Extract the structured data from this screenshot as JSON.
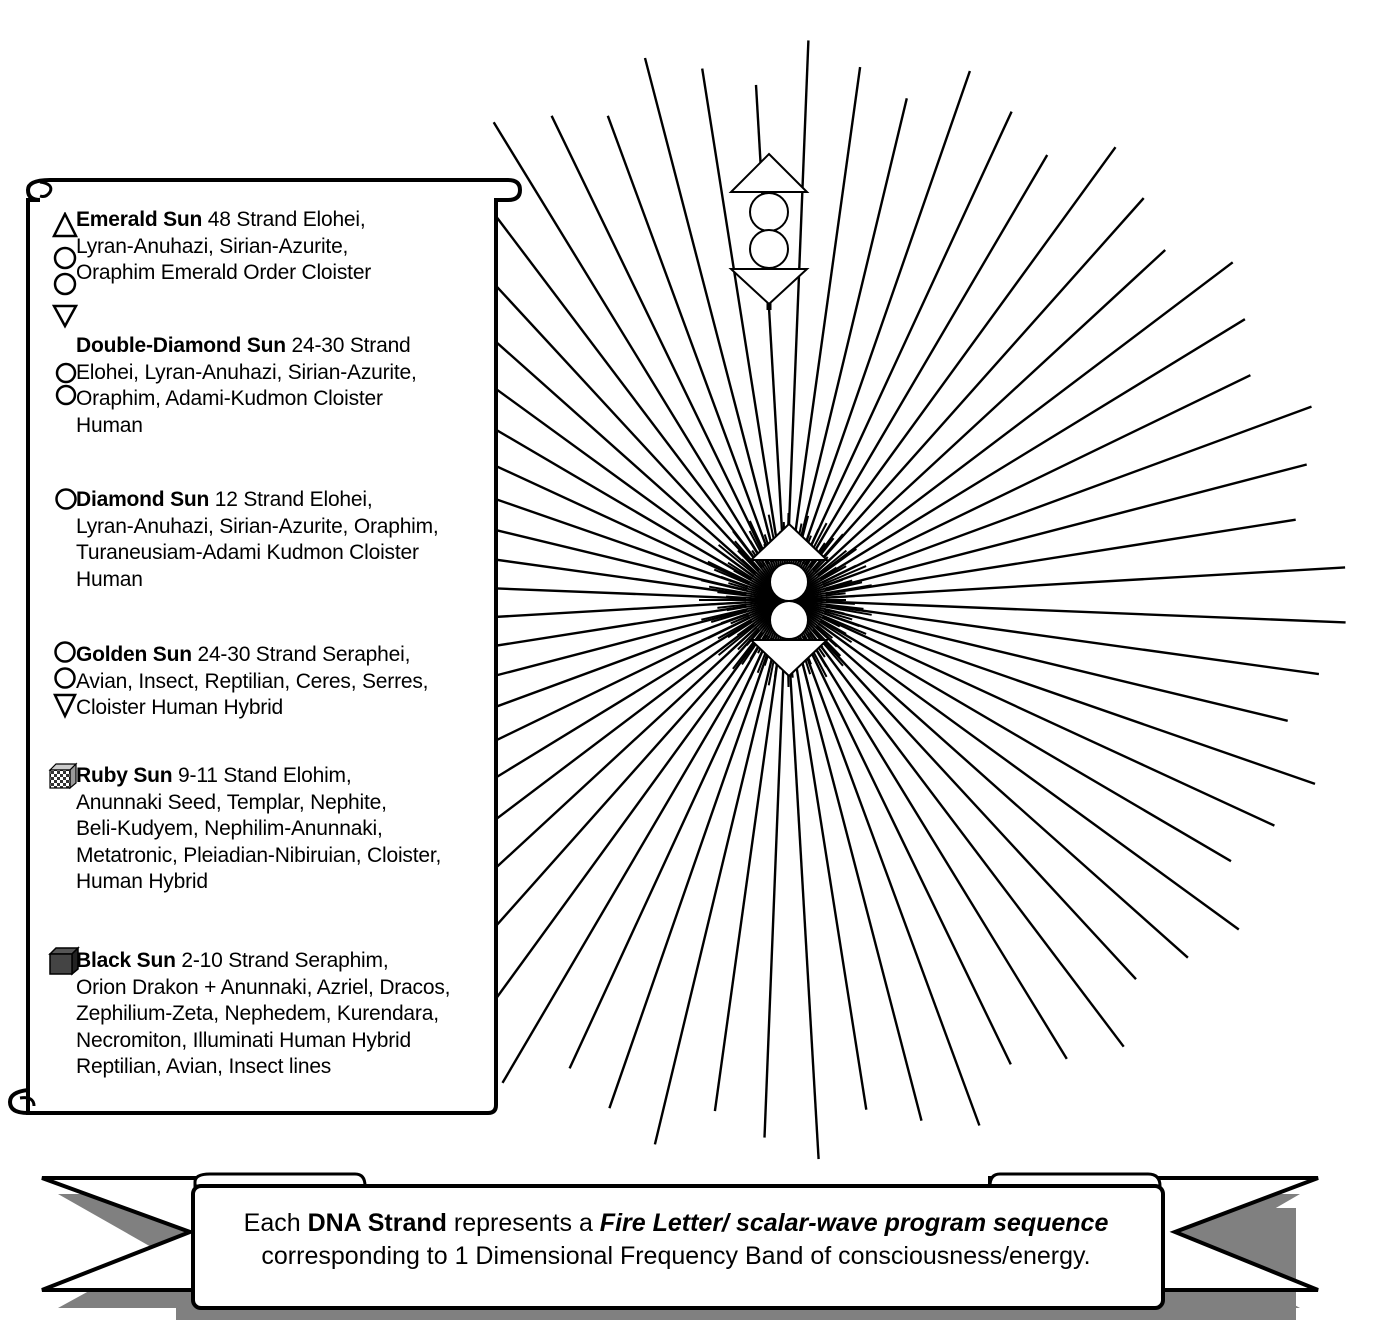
{
  "legend": {
    "entries": [
      {
        "id": "emerald",
        "name": "Emerald Sun",
        "rest": " 48 Strand Elohei,",
        "lines": [
          "Lyran-Anuhazi, Sirian-Azurite,",
          "Oraphim Emerald Order Cloister"
        ]
      },
      {
        "id": "double-diamond",
        "name": "Double-Diamond Sun",
        "rest": " 24-30 Strand",
        "lines": [
          "Elohei, Lyran-Anuhazi, Sirian-Azurite,",
          "Oraphim, Adami-Kudmon Cloister",
          "Human"
        ]
      },
      {
        "id": "diamond",
        "name": "Diamond Sun",
        "rest": " 12 Strand Elohei,",
        "lines": [
          "Lyran-Anuhazi, Sirian-Azurite, Oraphim,",
          "Turaneusiam-Adami Kudmon Cloister",
          "Human"
        ]
      },
      {
        "id": "golden",
        "name": "Golden Sun",
        "rest": " 24-30 Strand Seraphei,",
        "lines": [
          "Avian, Insect, Reptilian, Ceres, Serres,",
          "Cloister Human Hybrid"
        ]
      },
      {
        "id": "ruby",
        "name": "Ruby Sun",
        "rest": " 9-11 Stand Elohim,",
        "lines": [
          "Anunnaki Seed, Templar, Nephite,",
          "Beli-Kudyem, Nephilim-Anunnaki,",
          "Metatronic, Pleiadian-Nibiruian, Cloister,",
          "Human Hybrid"
        ]
      },
      {
        "id": "black",
        "name": "Black Sun",
        "rest": " 2-10 Strand Seraphim,",
        "lines": [
          "Orion Drakon + Anunnaki, Azriel, Dracos,",
          "Zephilium-Zeta, Nephedem, Kurendara,",
          "Necromiton, Illuminati Human Hybrid",
          "Reptilian, Avian, Insect lines"
        ]
      }
    ]
  },
  "banner": {
    "p1": "Each ",
    "b1": "DNA Strand",
    "p2": " represents a ",
    "i1": "Fire Letter/ scalar-wave program sequence",
    "line2": "corresponding to 1 Dimensional Frequency Band of consciousness/energy."
  },
  "colors": {
    "ink": "#000000",
    "paper": "#ffffff",
    "shadow": "#808080"
  }
}
